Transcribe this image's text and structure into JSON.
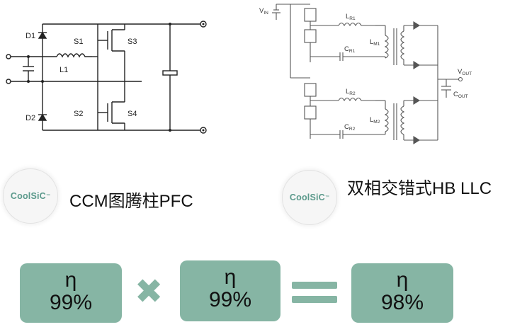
{
  "left_circuit": {
    "labels": {
      "d1": "D1",
      "d2": "D2",
      "s1": "S1",
      "s2": "S2",
      "s3": "S3",
      "s4": "S4",
      "l1": "L1"
    }
  },
  "right_circuit": {
    "labels": {
      "vin": "V",
      "vin_sub": "IN",
      "lr1": "L",
      "lr1_sub": "R1",
      "cr1": "C",
      "cr1_sub": "R1",
      "lm1": "L",
      "lm1_sub": "M1",
      "lr2": "L",
      "lr2_sub": "R2",
      "cr2": "C",
      "cr2_sub": "R2",
      "lm2": "L",
      "lm2_sub": "M2",
      "vout": "V",
      "vout_sub": "OUT",
      "cout": "C",
      "cout_sub": "OUT"
    }
  },
  "badges": [
    {
      "text": "CoolSiC",
      "tm": "™"
    },
    {
      "text": "CoolSiC",
      "tm": "™"
    }
  ],
  "captions": {
    "left": "CCM图腾柱PFC",
    "right": "双相交错式HB LLC"
  },
  "efficiency": {
    "eta": "η",
    "values": [
      "99%",
      "99%",
      "98%"
    ],
    "operator_multiply": "✖",
    "operator_equals": "="
  },
  "colors": {
    "accent": "#86b5a4",
    "operator": "#86b5a4",
    "badge_text": "#5c9a8c"
  }
}
